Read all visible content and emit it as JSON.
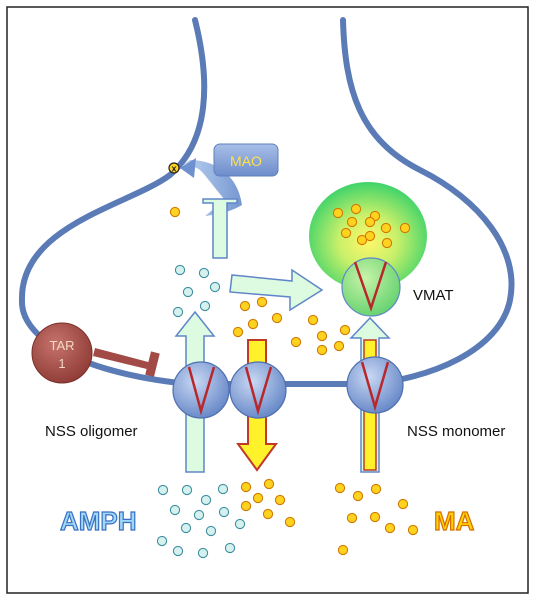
{
  "labels": {
    "mao": "MAO",
    "vmat": "VMAT",
    "tar_line1": "TAR",
    "tar_line2": "1",
    "nss_oligomer": "NSS oligomer",
    "nss_monomer": "NSS monomer",
    "amph": "AMPH",
    "ma": "MA",
    "metabolite_mark": "x"
  },
  "colors": {
    "membrane": "#5b7bb7",
    "frame": "#222222",
    "amph_text": "#9dd8f6",
    "amph_outline": "#3a6fc4",
    "ma_text": "#ffd400",
    "ma_outline": "#d86b00",
    "particle_yellow": "#ffd21f",
    "particle_yellow_stroke": "#d07a00",
    "particle_cyan": "#d4f1ee",
    "particle_cyan_stroke": "#3f8ea3",
    "tar_fill": "#a0463f",
    "tar_inhibit": "#a24b46",
    "vmat_green": "#5cd96a",
    "arrow_pale": "#dcfbe1",
    "arrow_pale_stroke": "#5f86c8",
    "arrow_yellow": "#fff22a",
    "arrow_yellow_stroke": "#c0392b"
  }
}
